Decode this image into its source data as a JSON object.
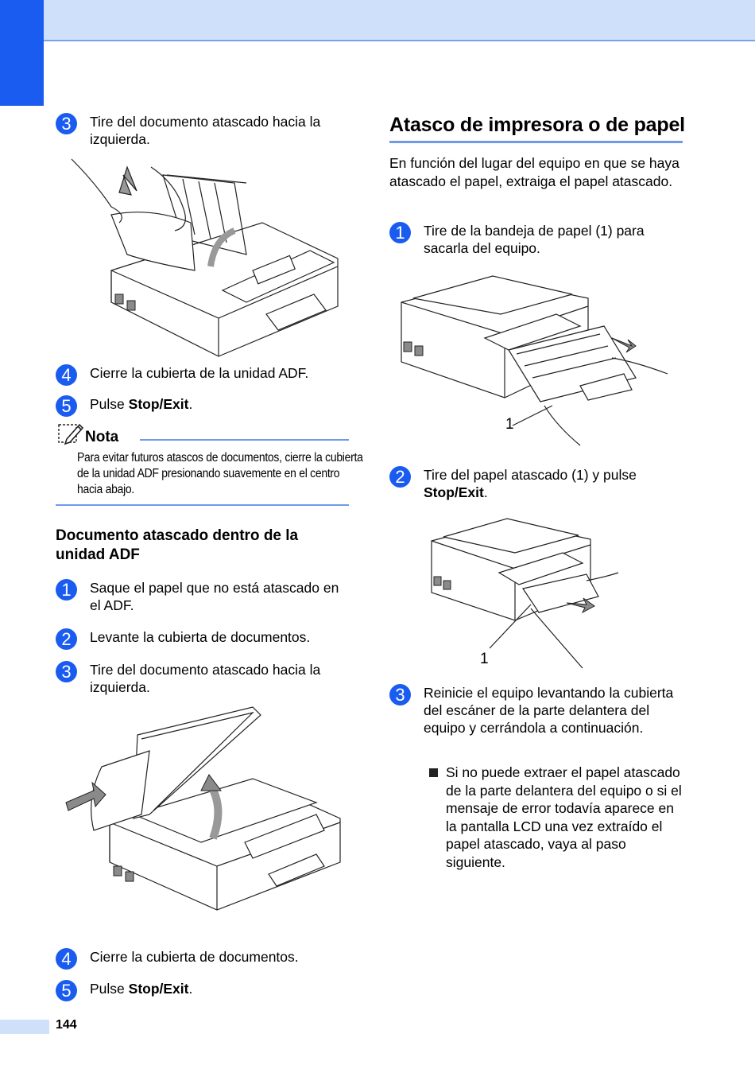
{
  "page_number": "144",
  "left": {
    "step3a": {
      "num": "3",
      "text": "Tire del documento atascado hacia la izquierda."
    },
    "step4a": {
      "num": "4",
      "text": "Cierre la cubierta de la unidad ADF."
    },
    "step5a": {
      "num": "5",
      "prefix": "Pulse ",
      "bold": "Stop/Exit",
      "suffix": "."
    },
    "note": {
      "title": "Nota",
      "text": "Para evitar futuros atascos de documentos, cierre la cubierta de la unidad ADF presionando suavemente en el centro hacia abajo."
    },
    "subheading": "Documento atascado dentro de la unidad ADF",
    "step1b": {
      "num": "1",
      "text": "Saque el papel que no está atascado en el ADF."
    },
    "step2b": {
      "num": "2",
      "text": "Levante la cubierta de documentos."
    },
    "step3b": {
      "num": "3",
      "text": "Tire del documento atascado hacia la izquierda."
    },
    "step4b": {
      "num": "4",
      "text": "Cierre la cubierta de documentos."
    },
    "step5b": {
      "num": "5",
      "prefix": "Pulse ",
      "bold": "Stop/Exit",
      "suffix": "."
    }
  },
  "right": {
    "heading": "Atasco de impresora o de papel",
    "intro": "En función del lugar del equipo en que se haya atascado el papel, extraiga el papel atascado.",
    "step1": {
      "num": "1",
      "text": "Tire de la bandeja de papel (1) para sacarla del equipo."
    },
    "callout1": "1",
    "step2": {
      "num": "2",
      "text": "Tire del papel atascado (1) y pulse ",
      "bold": "Stop/Exit",
      "suffix": "."
    },
    "callout2": "1",
    "step3": {
      "num": "3",
      "text": "Reinicie el equipo levantando la cubierta del escáner de la parte delantera del equipo y cerrándola a continuación."
    },
    "bullet": "Si no puede extraer el papel atascado de la parte delantera del equipo o si el mensaje de error todavía aparece en la pantalla LCD una vez extraído el papel atascado, vaya al paso siguiente."
  },
  "colors": {
    "accent": "#1a5cf0",
    "band": "#cfe0fb",
    "rule": "#6f9ae8"
  }
}
